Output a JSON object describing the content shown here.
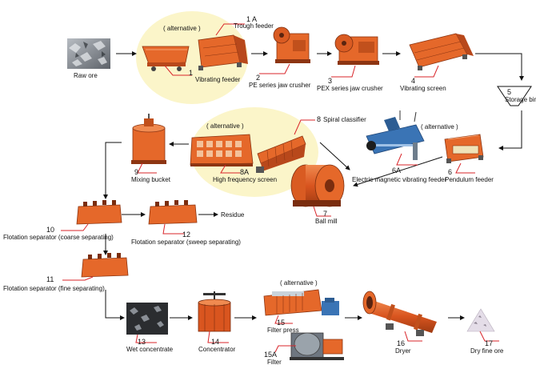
{
  "alternative_text": "( alternative )",
  "nodes": {
    "raw_ore": {
      "label": "Raw ore"
    },
    "trough_feeder": {
      "number": "1 A",
      "label": "Trough feeder"
    },
    "vibrating_feeder": {
      "number": "1",
      "label": "Vibrating feeder"
    },
    "pe_jaw_crusher": {
      "number": "2",
      "label": "PE series jaw crusher"
    },
    "pex_jaw_crusher": {
      "number": "3",
      "label": "PEX series jaw crusher"
    },
    "vibrating_screen": {
      "number": "4",
      "label": "Vibrating screen"
    },
    "storage_bin": {
      "number": "5",
      "label": "Storage bin"
    },
    "pendulum_feeder": {
      "number": "6",
      "label": "Pendulum feeder"
    },
    "em_vibrating_feeder": {
      "number": "6A",
      "label": "Electric magnetic vibrating feeder"
    },
    "ball_mill": {
      "number": "7",
      "label": "Ball mill"
    },
    "spiral_classifier": {
      "number": "8",
      "label": "Spiral classifier"
    },
    "hf_screen": {
      "number": "8A",
      "label": "High frequency  screen"
    },
    "mixing_bucket": {
      "number": "9",
      "label": "Mixing bucket"
    },
    "flotation_coarse": {
      "number": "10",
      "label": "Flotation  separator (coarse separating)"
    },
    "flotation_fine": {
      "number": "11",
      "label": "Flotation separator (fine separating)"
    },
    "flotation_sweep": {
      "number": "12",
      "label": "Flotation separator (sweep separating)"
    },
    "residue": {
      "label": "Residue"
    },
    "wet_concentrate": {
      "number": "13",
      "label": "Wet concentrate"
    },
    "concentrator": {
      "number": "14",
      "label": "Concentrator"
    },
    "filter_press": {
      "number": "15",
      "label": "Filter press"
    },
    "filter": {
      "number": "15A",
      "label": "Filter"
    },
    "dryer": {
      "number": "16",
      "label": "Dryer"
    },
    "dry_fine_ore": {
      "number": "17",
      "label": "Dry fine ore"
    }
  },
  "colors": {
    "machine_orange": "#e5682a",
    "machine_dark": "#b8481b",
    "callout_red": "#d9252a",
    "highlight_yellow": "#fbf5c9",
    "arrow": "#111111",
    "feeder_blue": "#3a74b5"
  }
}
